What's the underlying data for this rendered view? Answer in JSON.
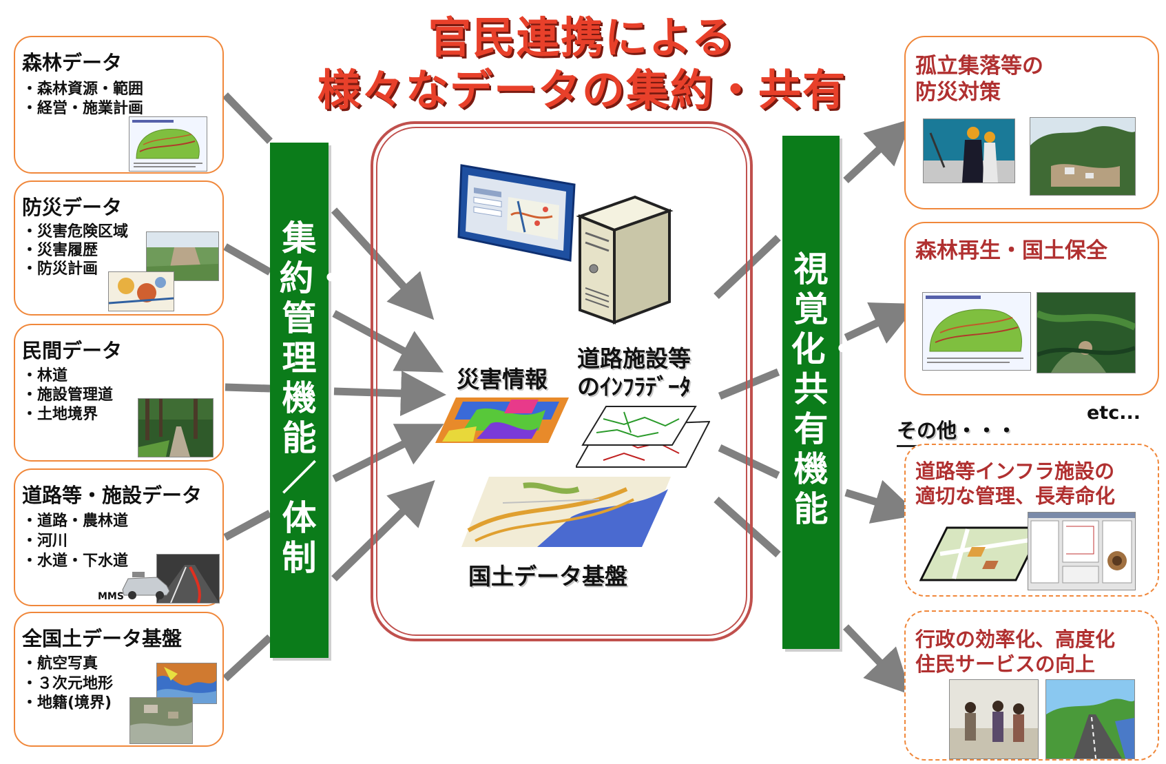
{
  "title": {
    "line1": "官民連携による",
    "line2": "様々なデータの集約・共有"
  },
  "sources": [
    {
      "title": "森林データ",
      "items": [
        "・森林資源・範囲",
        "・経営・施業計画"
      ]
    },
    {
      "title": "防災データ",
      "items": [
        "・災害危険区域",
        "・災害履歴",
        "・防災計画"
      ]
    },
    {
      "title": "民間データ",
      "items": [
        "・林道",
        "・施設管理道",
        "・土地境界"
      ]
    },
    {
      "title": "道路等・施設データ",
      "items": [
        "・道路・農林道",
        "・河川",
        "・水道・下水道"
      ],
      "badge": "MMS"
    },
    {
      "title": "全国土データ基盤",
      "items": [
        "・航空写真",
        "・３次元地形",
        "・地籍(境界)"
      ]
    }
  ],
  "left_bar": "集約・管理機能／体制",
  "right_bar": "視覚化・共有機能",
  "center": {
    "disaster": "災害情報",
    "infra_line1": "道路施設等",
    "infra_line2": "のｲﾝﾌﾗﾃﾞｰﾀ",
    "base": "国土データ基盤"
  },
  "outputs": [
    {
      "line1": "孤立集落等の",
      "line2": "防災対策"
    },
    {
      "line1": "森林再生・国土保全",
      "line2": ""
    },
    {
      "line1": "道路等インフラ施設の",
      "line2": "適切な管理、長寿命化"
    },
    {
      "line1": "行政の効率化、高度化",
      "line2": "住民サービスの向上"
    }
  ],
  "etc": "etc...",
  "other": "その他・・・",
  "colors": {
    "title": "#e8402a",
    "bar": "#0b7c1a",
    "frame": "#c0504d",
    "box": "#f0873a",
    "output_text": "#b03030",
    "arrow": "#808080"
  }
}
